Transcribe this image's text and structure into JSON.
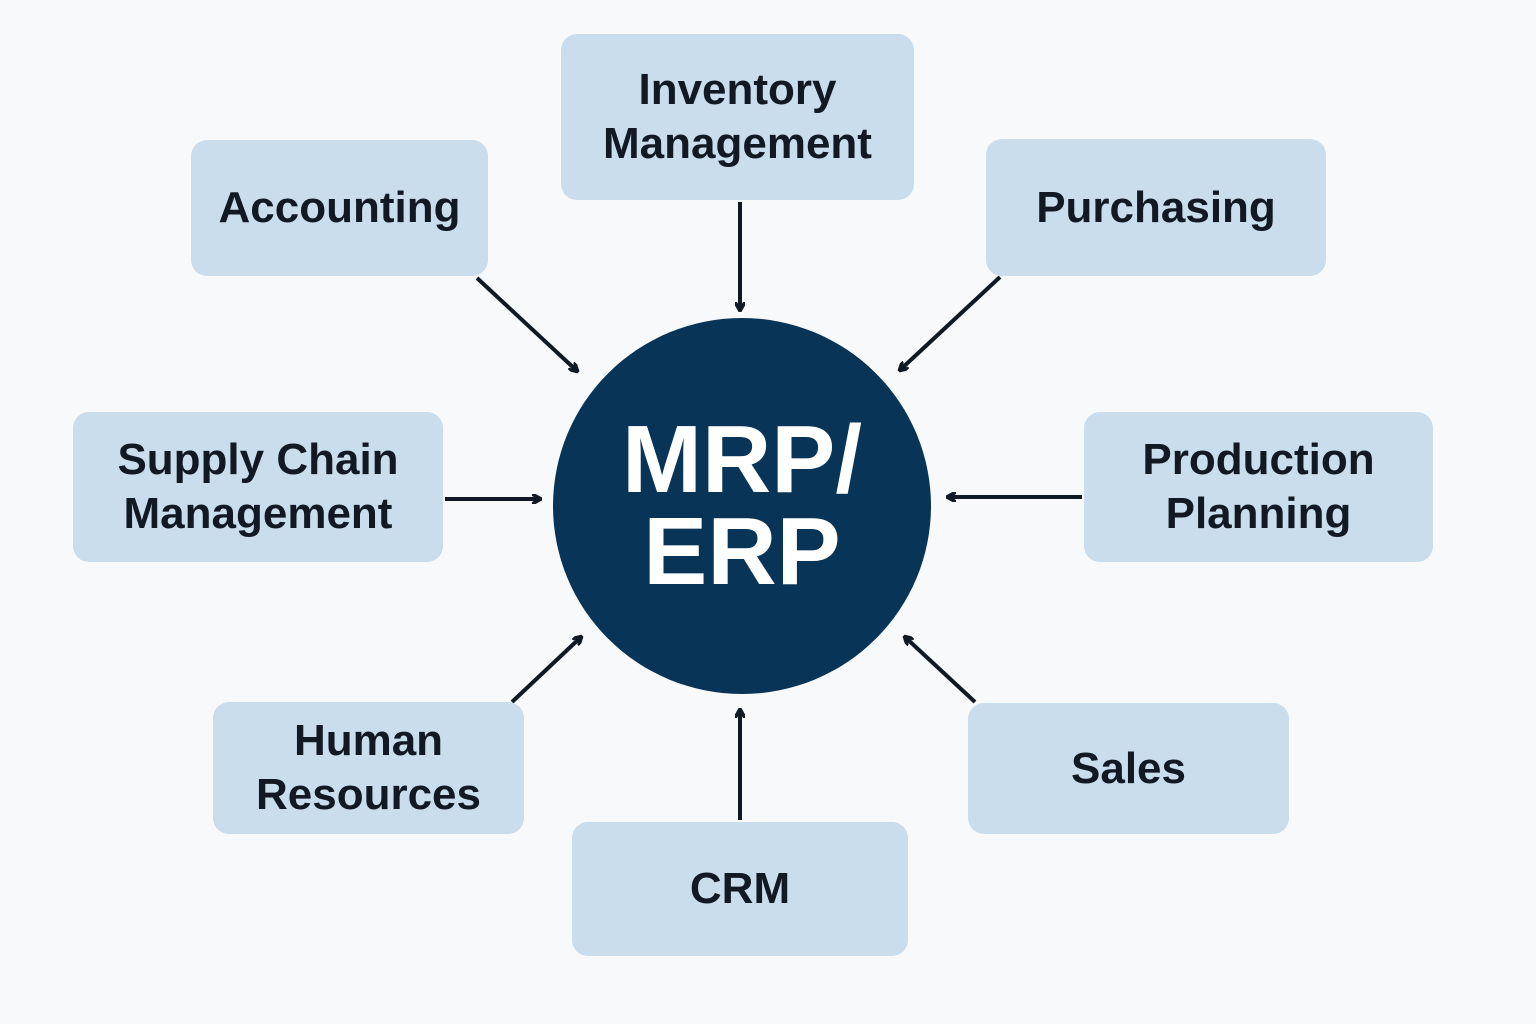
{
  "hub": {
    "line1": "MRP/",
    "line2": "ERP",
    "color": "#073457"
  },
  "modules": {
    "inventory": {
      "line1": "Inventory",
      "line2": "Management"
    },
    "accounting": {
      "line1": "Accounting"
    },
    "purchasing": {
      "line1": "Purchasing"
    },
    "supply_chain": {
      "line1": "Supply Chain",
      "line2": "Management"
    },
    "production": {
      "line1": "Production",
      "line2": "Planning"
    },
    "hr": {
      "line1": "Human",
      "line2": "Resources"
    },
    "crm": {
      "line1": "CRM"
    },
    "sales": {
      "line1": "Sales"
    }
  },
  "colors": {
    "box": "#cadded",
    "arrow": "#111a24",
    "background": "#f8f9fa"
  }
}
